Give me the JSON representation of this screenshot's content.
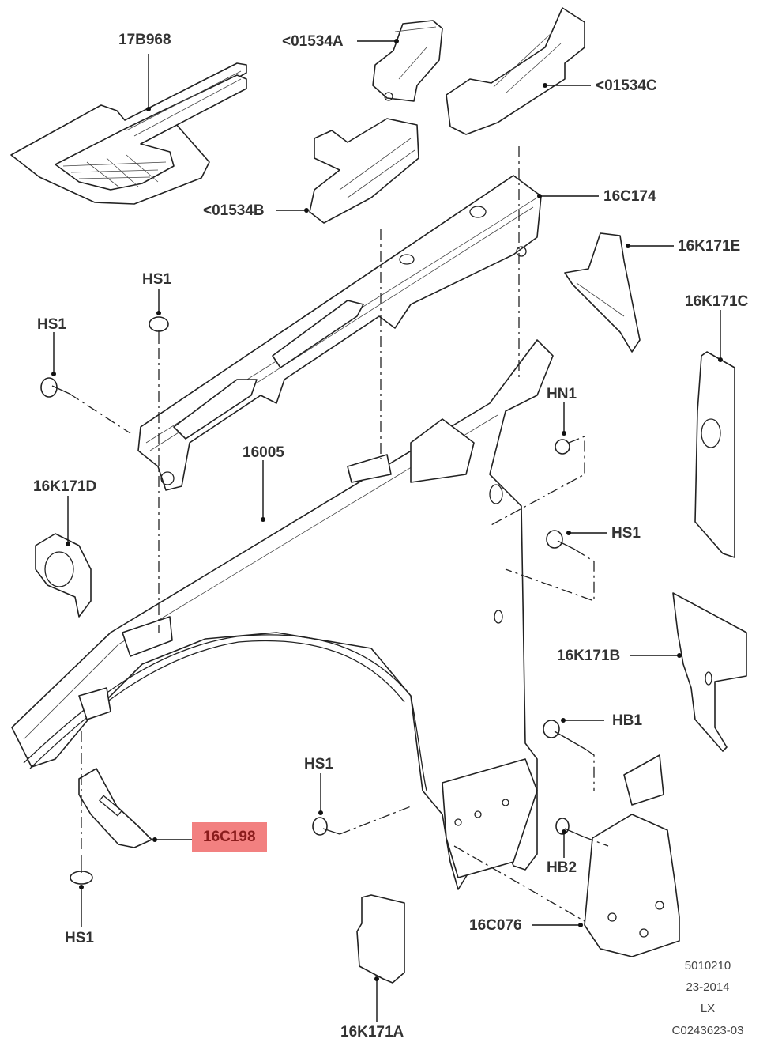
{
  "diagram": {
    "type": "exploded parts diagram",
    "subject": "Front fender / apron assembly",
    "highlight_color": "#f28080",
    "labels": {
      "p17B968": "17B968",
      "p01534A": "<01534A",
      "p01534C": "<01534C",
      "p01534B": "<01534B",
      "p16C174": "16C174",
      "p16K171E": "16K171E",
      "p16K171C": "16K171C",
      "hs1_a": "HS1",
      "hs1_b": "HS1",
      "hn1": "HN1",
      "p16005": "16005",
      "p16K171D": "16K171D",
      "hs1_c": "HS1",
      "p16K171B": "16K171B",
      "hb1": "HB1",
      "hs1_d": "HS1",
      "p16C198": "16C198",
      "hb2": "HB2",
      "hs1_e": "HS1",
      "p16C076": "16C076",
      "p16K171A": "16K171A"
    },
    "highlighted_part": "16C198",
    "footer": {
      "line1": "5010210",
      "line2": "23-2014",
      "line3": "LX",
      "line4": "C0243623-03"
    }
  }
}
